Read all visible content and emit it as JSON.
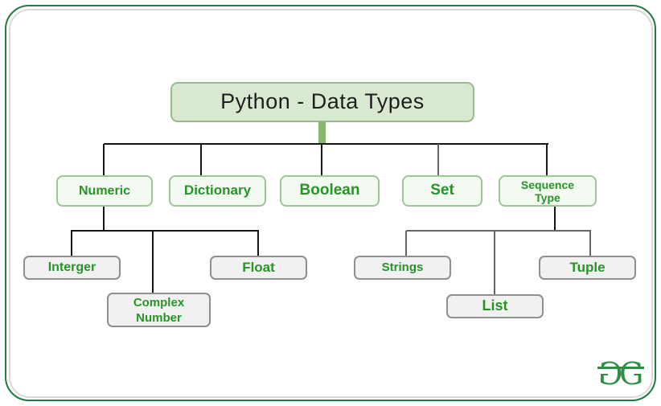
{
  "colors": {
    "frame-green": "#1e7b45",
    "frame-gray": "#d9d9d9",
    "root-fill": "#d9e9d1",
    "root-border": "#97bb8b",
    "root-text": "#1f1f1f",
    "branch-fill": "#f3faf1",
    "branch-border": "#9cc795",
    "leaf-fill": "#f1f1f1",
    "leaf-border": "#8f8f8f",
    "node-green": "#289428",
    "line-black": "#161616",
    "line-gray": "#646464",
    "stub-green": "#8cb571",
    "logo-green": "#2f8d46"
  },
  "tree": {
    "root": {
      "label": "Python - Data Types"
    },
    "children": [
      {
        "label": "Numeric",
        "children": [
          {
            "label": "Interger"
          },
          {
            "label": "Complex Number"
          },
          {
            "label": "Float"
          }
        ]
      },
      {
        "label": "Dictionary",
        "children": []
      },
      {
        "label": "Boolean",
        "children": []
      },
      {
        "label": "Set",
        "children": []
      },
      {
        "label": "Sequence Type",
        "children": [
          {
            "label": "Strings"
          },
          {
            "label": "List"
          },
          {
            "label": "Tuple"
          }
        ]
      }
    ]
  },
  "logo": {
    "letters": [
      "G",
      "G"
    ]
  }
}
